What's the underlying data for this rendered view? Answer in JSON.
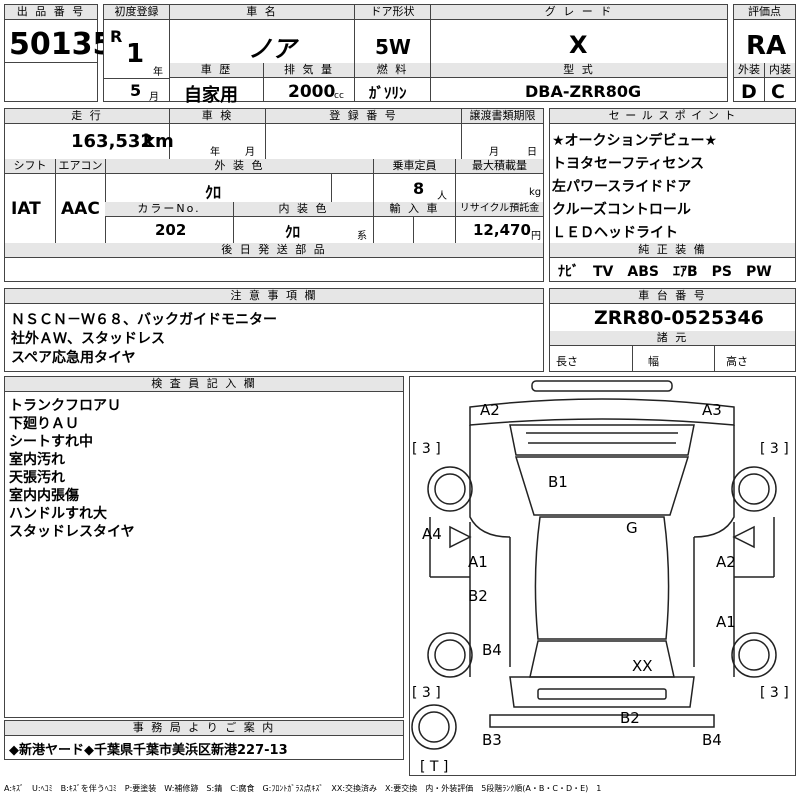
{
  "header": {
    "lot_label": "出 品 番 号",
    "lot_no": "50135",
    "first_reg_label": "初度登録",
    "era": "R",
    "year": "1",
    "year_unit": "年",
    "month": "5",
    "month_unit": "月",
    "car_name_label": "車 名",
    "car_name": "ノア",
    "history_label": "車 歴",
    "history": "自家用",
    "displacement_label": "排 気 量",
    "displacement": "2000",
    "displacement_unit": "cc",
    "door_label": "ドア形状",
    "door": "5W",
    "fuel_label": "燃 料",
    "fuel": "ｶﾞｿﾘﾝ",
    "grade_label": "グ レ ー ド",
    "grade": "X",
    "model_label": "型 式",
    "model": "DBA-ZRR80G",
    "score_label": "評価点",
    "score": "RA",
    "exterior_label": "外装",
    "exterior": "D",
    "interior_label": "内装",
    "interior": "C"
  },
  "row2": {
    "mileage_label": "走 行",
    "mileage": "163,532",
    "mileage_unit": "km",
    "inspection_label": "車 検",
    "year_unit": "年",
    "month_unit": "月",
    "reg_no_label": "登 録 番 号",
    "transfer_label": "譲渡書類期限",
    "t_month": "月",
    "t_day": "日",
    "shift_label": "シフト",
    "shift": "IAT",
    "ac_label": "エアコン",
    "ac": "AAC",
    "ext_color_label": "外 装 色",
    "ext_color": "ｸﾛ",
    "seats_label": "乗車定員",
    "seats": "8",
    "seats_unit": "人",
    "load_label": "最大積載量",
    "load_unit": "kg",
    "color_no_label": "カラーNo.",
    "color_no": "202",
    "int_color_label": "内 装 色",
    "int_color": "ｸﾛ",
    "int_color_unit": "系",
    "import_label": "輸 入 車",
    "recycle_label": "リサイクル預託金",
    "recycle": "12,470",
    "recycle_unit": "円",
    "later_parts_label": "後 日 発 送 部 品"
  },
  "sales_points": {
    "label": "セ ー ル ス ポ イ ン ト",
    "items": [
      "★オークションデビュー★",
      "トヨタセーフティセンス",
      "左パワースライドドア",
      "クルーズコントロール",
      "ＬＥＤヘッドライト"
    ],
    "equipment_label": "純 正 装 備",
    "equipment": "ﾅﾋﾞ　TV　ABS　ｴｱB　PS　PW"
  },
  "notes": {
    "label": "注 意 事 項 欄",
    "lines": [
      "ＮＳＣＮ－Ｗ６８、バックガイドモニター",
      "社外ＡＷ、スタッドレス",
      "スペア応急用タイヤ"
    ]
  },
  "chassis": {
    "label": "車 台 番 号",
    "number": "ZRR80-0525346",
    "dims_label": "諸 元",
    "length": "長さ",
    "width": "幅",
    "height": "高さ"
  },
  "inspector": {
    "label": "検 査 員 記 入 欄",
    "lines": [
      "トランクフロアＵ",
      "下廻りＡＵ",
      "シートすれ中",
      "室内汚れ",
      "天張汚れ",
      "室内内張傷",
      "ハンドルすれ大",
      "スタッドレスタイヤ"
    ]
  },
  "office": {
    "label": "事 務 局 よ り ご 案 内",
    "text": "◆新港ヤード◆千葉県千葉市美浜区新港227-13"
  },
  "diagram": {
    "marks": {
      "a2_top": "A2",
      "a3_top": "A3",
      "b1": "B1",
      "g": "G",
      "a4": "A4",
      "a1_left": "A1",
      "a2_right": "A2",
      "b2_left": "B2",
      "a1_right": "A1",
      "b4_left": "B4",
      "xx": "XX",
      "b2_bottom": "B2",
      "b3": "B3",
      "b4_right": "B4"
    },
    "tires": {
      "tl": "[ 3 ]",
      "tr": "[ 3 ]",
      "bl": "[ 3 ]",
      "br": "[ 3 ]",
      "spare": "[ T ]"
    }
  },
  "legend": "A:ｷｽﾞ　U:ﾍｺﾐ　B:ｷｽﾞを伴うﾍｺﾐ　P:要塗装　W:補修跡　S:錆　C:腐食　G:ﾌﾛﾝﾄｶﾞﾗｽ点ｷｽﾞ　XX:交換済み　X:要交換　内・外装評価　5段階ﾗﾝｸ順(A・B・C・D・E)　1"
}
